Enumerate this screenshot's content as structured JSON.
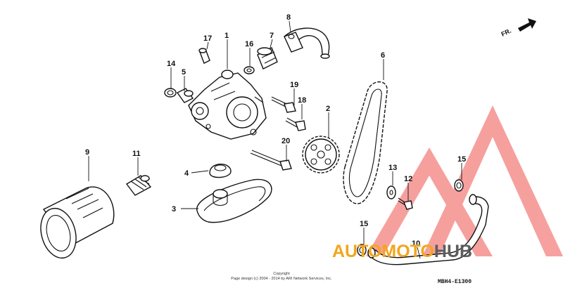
{
  "callouts": {
    "c1": "1",
    "c2": "2",
    "c3": "3",
    "c4": "4",
    "c5": "5",
    "c6": "6",
    "c7": "7",
    "c8": "8",
    "c9": "9",
    "c10": "10",
    "c11": "11",
    "c12": "12",
    "c13": "13",
    "c14": "14",
    "c15a": "15",
    "c15b": "15",
    "c16": "16",
    "c17": "17",
    "c18": "18",
    "c19": "19",
    "c20": "20"
  },
  "direction_label": "FR.",
  "diagram_code": "MBH4-E1300",
  "copyright": {
    "line1": "Copyright",
    "line2": "Page design (c) 2004 - 2014 by ARI Network Services, Inc."
  },
  "watermark": {
    "part1": "AUTO",
    "part2": "MOTO",
    "part3": "HUB",
    "colors": {
      "orange": "#f2a61d",
      "gray": "#5d5d5d",
      "logo": "#ef5350"
    }
  }
}
